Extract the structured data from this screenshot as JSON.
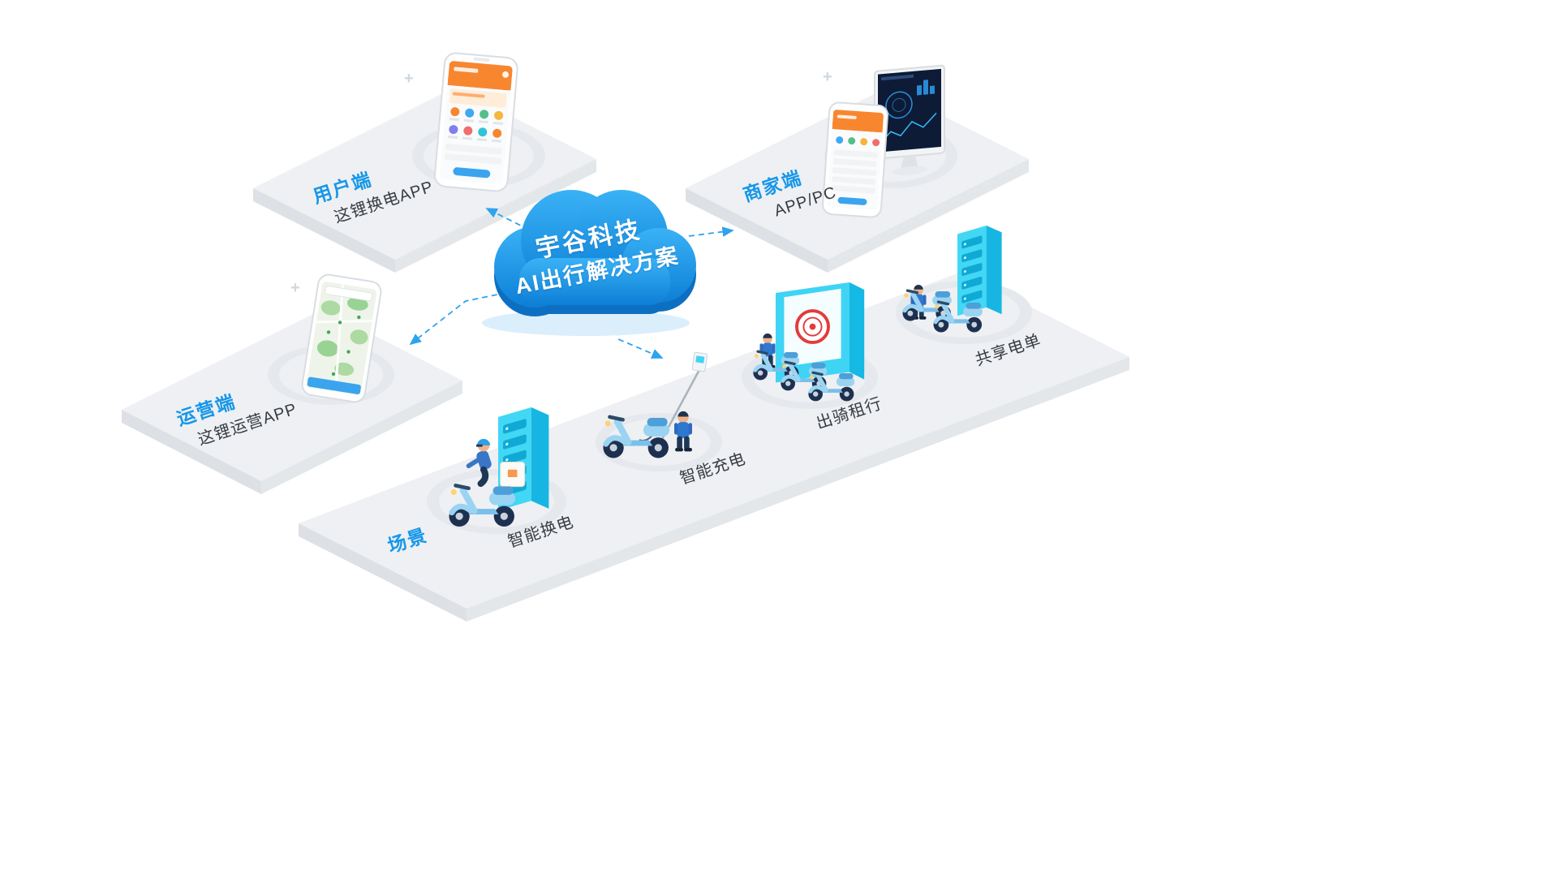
{
  "diagram": {
    "cloud": {
      "line1": "宇谷科技",
      "line2": "AI出行解决方案"
    },
    "platforms": {
      "user": {
        "title": "用户端",
        "subtitle": "这锂换电APP"
      },
      "merchant": {
        "title": "商家端",
        "subtitle": "APP/PC"
      },
      "operation": {
        "title": "运营端",
        "subtitle": "这锂运营APP"
      },
      "scene": {
        "title": "场景",
        "items": [
          {
            "label": "智能换电"
          },
          {
            "label": "智能充电"
          },
          {
            "label": "出骑租行"
          },
          {
            "label": "共享电单"
          }
        ]
      }
    },
    "colors": {
      "accent_blue": "#1697e8",
      "cloud_top": "#39b1f6",
      "cloud_bottom": "#0d7fd6",
      "cabinet_cyan": "#3fd4f4",
      "platform_gray": "#eef0f3",
      "text_dark": "#383d44"
    },
    "sparkles": [
      "+",
      "+",
      "+"
    ]
  }
}
